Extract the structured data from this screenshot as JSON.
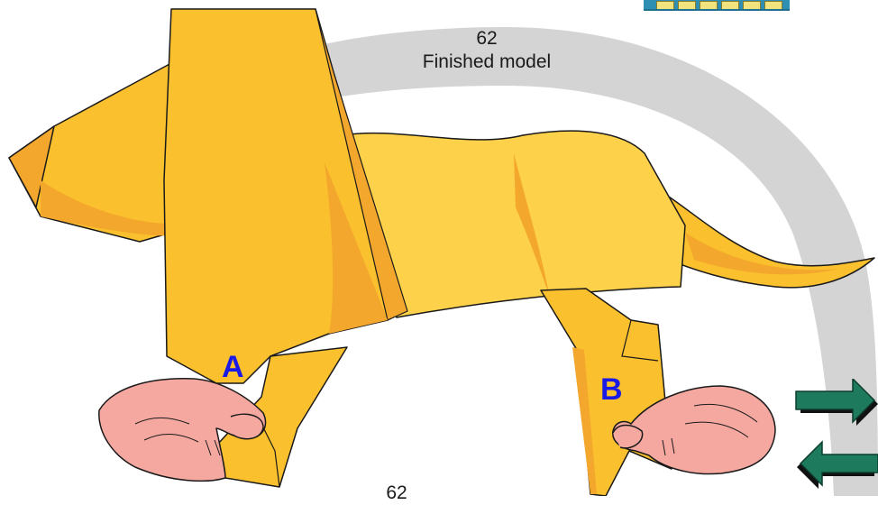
{
  "step": {
    "number": "62",
    "caption": "Finished model"
  },
  "footer": {
    "number": "62"
  },
  "labels": {
    "a": "A",
    "b": "B"
  },
  "colors": {
    "paper": "#fbc02d",
    "paper_light": "#fdd14a",
    "paper_shade": "#f3a72c",
    "outline": "#1a1a1a",
    "hand_skin": "#f5a8a0",
    "swoosh_gray": "#d4d4d4",
    "label_blue": "#1a1ae6",
    "arrow_green": "#1e7a5c",
    "logo_blue": "#2f8fb3"
  },
  "icons": {
    "next": "arrow-right-icon",
    "previous": "arrow-left-icon"
  }
}
